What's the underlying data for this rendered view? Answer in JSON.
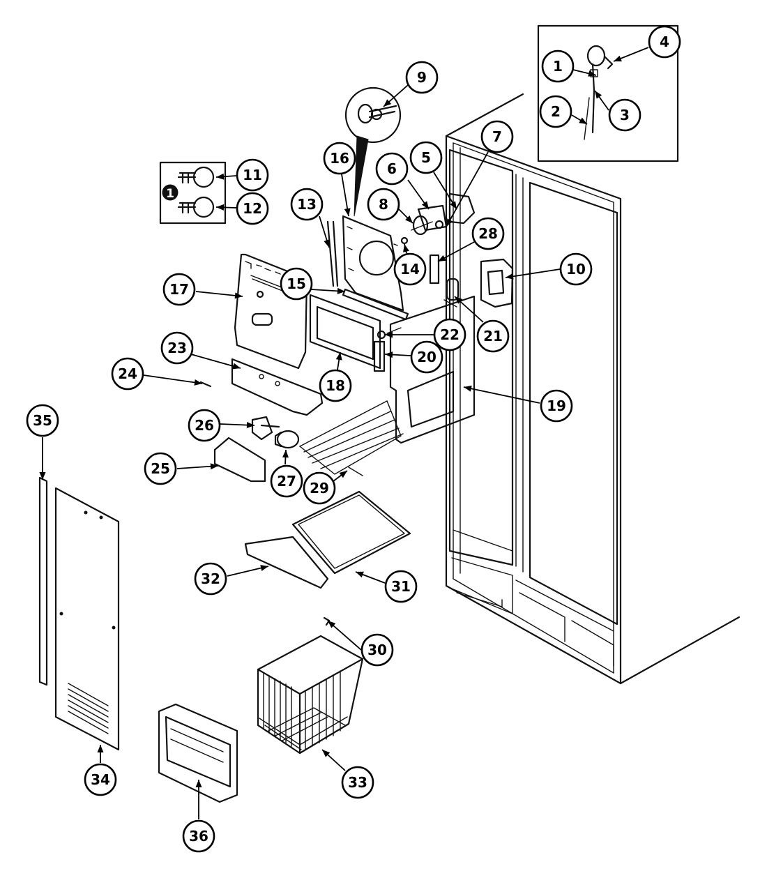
{
  "callouts": [
    {
      "label": "1"
    },
    {
      "label": "2"
    },
    {
      "label": "3"
    },
    {
      "label": "4"
    },
    {
      "label": "5"
    },
    {
      "label": "6"
    },
    {
      "label": "7"
    },
    {
      "label": "8"
    },
    {
      "label": "9"
    },
    {
      "label": "10"
    },
    {
      "label": "11"
    },
    {
      "label": "12"
    },
    {
      "label": "13"
    },
    {
      "label": "14"
    },
    {
      "label": "15"
    },
    {
      "label": "16"
    },
    {
      "label": "17"
    },
    {
      "label": "18"
    },
    {
      "label": "19"
    },
    {
      "label": "20"
    },
    {
      "label": "21"
    },
    {
      "label": "22"
    },
    {
      "label": "23"
    },
    {
      "label": "24"
    },
    {
      "label": "25"
    },
    {
      "label": "26"
    },
    {
      "label": "27"
    },
    {
      "label": "28"
    },
    {
      "label": "29"
    },
    {
      "label": "30"
    },
    {
      "label": "31"
    },
    {
      "label": "32"
    },
    {
      "label": "33"
    },
    {
      "label": "34"
    },
    {
      "label": "35"
    },
    {
      "label": "36"
    }
  ],
  "inset_note_marker": "1"
}
